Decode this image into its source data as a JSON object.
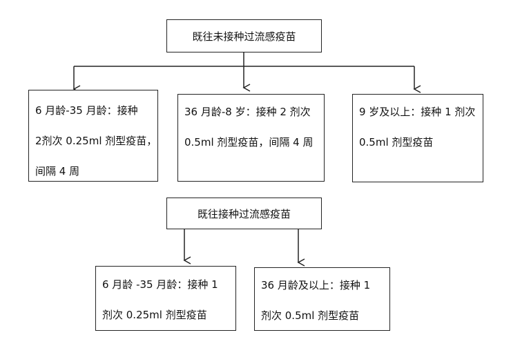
{
  "section1": {
    "header": "既往未接种过流感疫苗",
    "boxes": [
      {
        "lines": [
          "6 月龄-35 月龄：接种",
          "2剂次 0.25ml 剂型疫苗，",
          "间隔 4 周"
        ]
      },
      {
        "lines": [
          "36 月龄-8 岁：接种 2 剂次",
          "0.5ml 剂型疫苗，间隔 4 周"
        ]
      },
      {
        "lines": [
          "9 岁及以上：接种 1 剂次",
          "0.5ml 剂型疫苗"
        ]
      }
    ]
  },
  "section2": {
    "header": "既往接种过流感疫苗",
    "boxes": [
      {
        "lines": [
          "6 月龄 -35 月龄：接种 1",
          "剂次 0.25ml 剂型疫苗"
        ]
      },
      {
        "lines": [
          "36 月龄及以上：接种 1",
          "剂次 0.5ml 剂型疫苗"
        ]
      }
    ]
  }
}
